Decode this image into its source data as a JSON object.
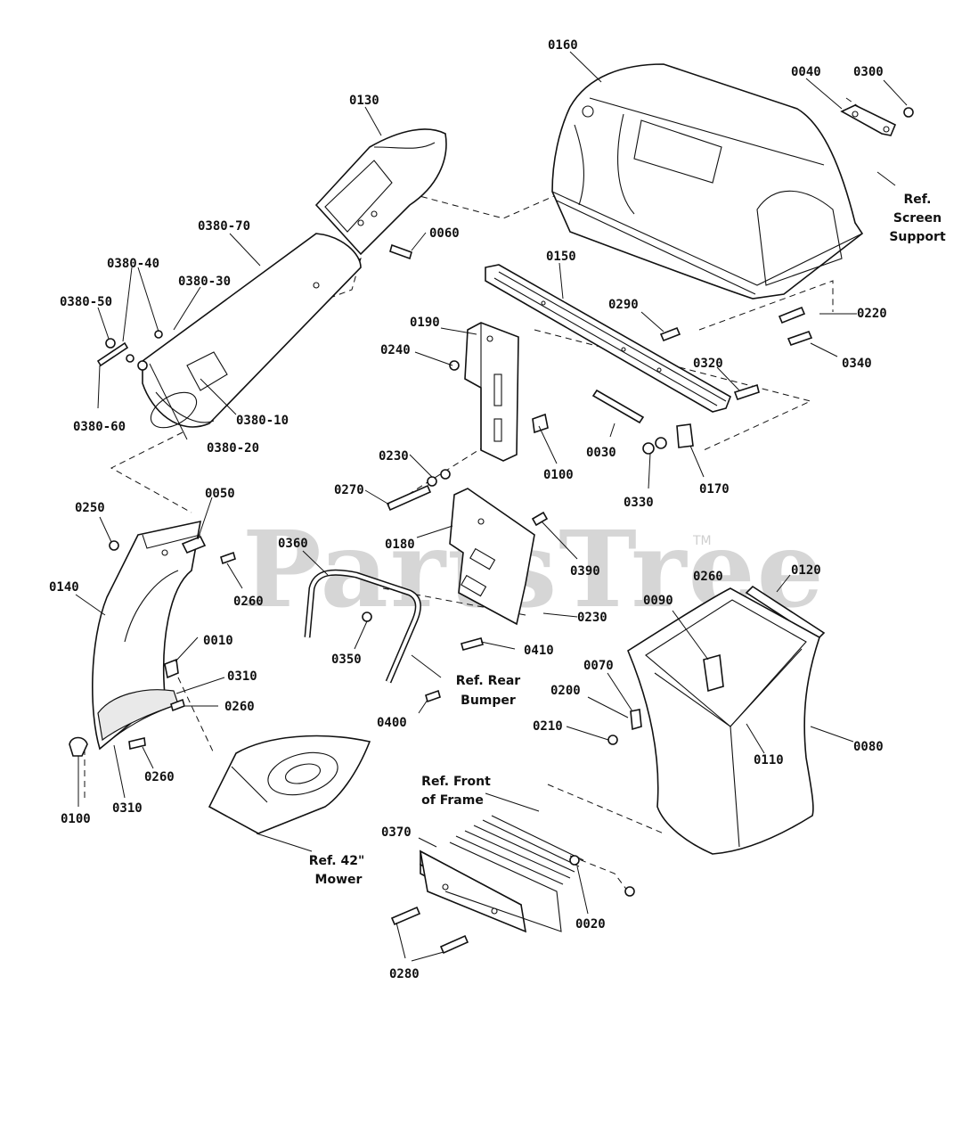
{
  "watermark": {
    "text": "PartsTree",
    "trademark": "TM"
  },
  "part_labels": {
    "p0160": "0160",
    "p0040": "0040",
    "p0300": "0300",
    "p0130": "0130",
    "p0060": "0060",
    "p0380_70": "0380-70",
    "p0380_40": "0380-40",
    "p0380_30": "0380-30",
    "p0380_50": "0380-50",
    "p0380_10": "0380-10",
    "p0380_60": "0380-60",
    "p0380_20": "0380-20",
    "p0150": "0150",
    "p0190": "0190",
    "p0290": "0290",
    "p0220": "0220",
    "p0340": "0340",
    "p0240": "0240",
    "p0320": "0320",
    "p0030": "0030",
    "p0100a": "0100",
    "p0230a": "0230",
    "p0270": "0270",
    "p0330": "0330",
    "p0170": "0170",
    "p0250": "0250",
    "p0050": "0050",
    "p0180": "0180",
    "p0390": "0390",
    "p0360": "0360",
    "p0260a": "0260",
    "p0260b": "0260",
    "p0120": "0120",
    "p0140": "0140",
    "p0090": "0090",
    "p0230b": "0230",
    "p0010": "0010",
    "p0350": "0350",
    "p0410": "0410",
    "p0070": "0070",
    "p0310a": "0310",
    "p0260c": "0260",
    "p0200": "0200",
    "p0210": "0210",
    "p0400": "0400",
    "p0080": "0080",
    "p0110": "0110",
    "p0260d": "0260",
    "p0100b": "0100",
    "p0310b": "0310",
    "p0370": "0370",
    "p0020": "0020",
    "p0280": "0280"
  },
  "reference_notes": {
    "screen_support": [
      "Ref.",
      "Screen",
      "Support"
    ],
    "rear_bumper": [
      "Ref. Rear",
      "Bumper"
    ],
    "front_of_frame": [
      "Ref. Front",
      "of Frame"
    ],
    "mower": [
      "Ref. 42\"",
      "Mower"
    ]
  }
}
